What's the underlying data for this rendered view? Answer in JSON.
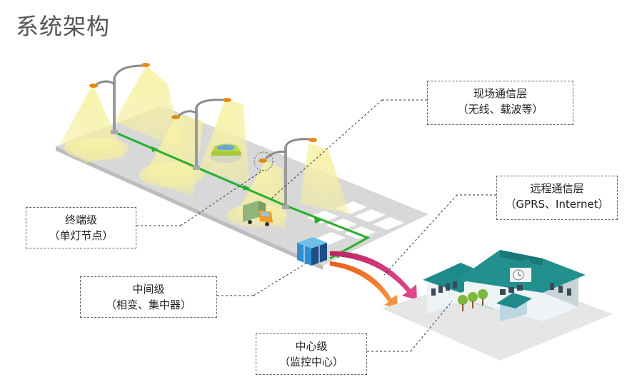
{
  "page": {
    "title": "系统架构"
  },
  "labels": {
    "field_comm": {
      "title": "现场通信层",
      "sub": "（无线、载波等）"
    },
    "remote_comm": {
      "title": "远程通信层",
      "sub": "（GPRS、Internet）"
    },
    "terminal": {
      "title": "终端级",
      "sub": "（单灯节点）"
    },
    "middle": {
      "title": "中间级",
      "sub": "（相变、集中器）"
    },
    "center": {
      "title": "中心级",
      "sub": "（监控中心）"
    }
  },
  "colors": {
    "road": "#d6d6d6",
    "network_line": "#26b02a",
    "light_cone": "#f6f0b0",
    "roof": "#1f8a8a",
    "building_wall": "#e8eef0",
    "arrow_magenta": "#cc2f7a",
    "arrow_orange": "#f07a2a"
  }
}
